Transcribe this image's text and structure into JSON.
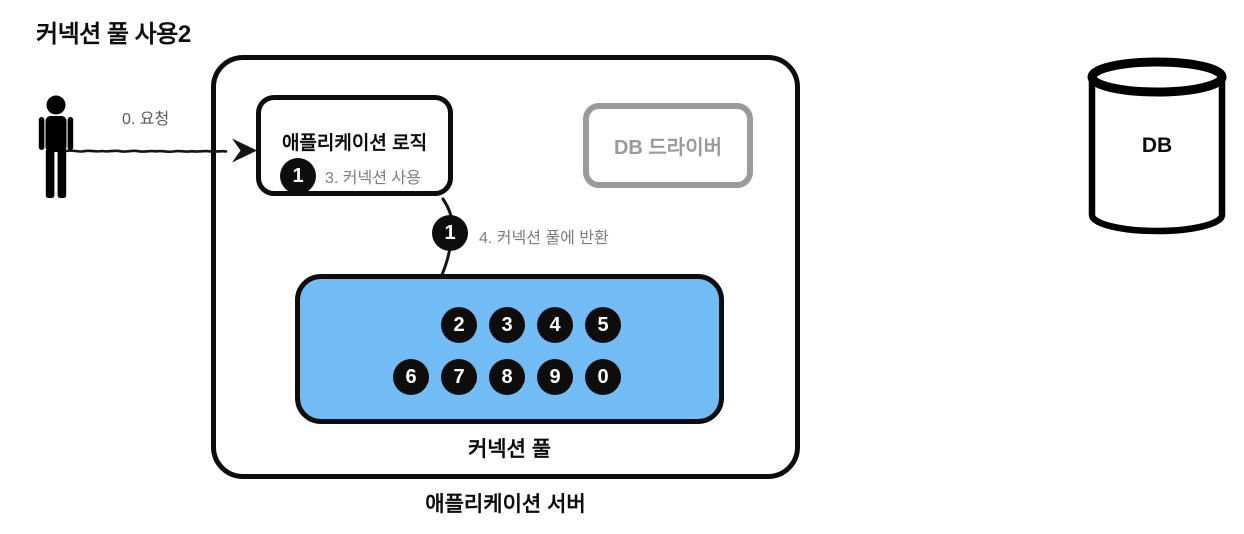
{
  "title": "커넥션 풀 사용2",
  "colors": {
    "ink": "#0d0d0d",
    "pool-fill": "#72bcf5",
    "muted": "#9a9a9a",
    "label-gray": "#7d7d7d",
    "request-gray": "#595959"
  },
  "flows": {
    "request": {
      "label": "0. 요청"
    },
    "use": {
      "badge": "1",
      "label": "3. 커넥션 사용"
    },
    "return": {
      "badge": "1",
      "label": "4. 커넥션 풀에 반환"
    }
  },
  "server": {
    "label": "애플리케이션 서버",
    "logic": {
      "title": "애플리케이션 로직"
    },
    "driver": {
      "label": "DB 드라이버"
    },
    "pool": {
      "label": "커넥션 풀",
      "rows": [
        [
          "2",
          "3",
          "4",
          "5"
        ],
        [
          "6",
          "7",
          "8",
          "9",
          "0"
        ]
      ]
    }
  },
  "database": {
    "label": "DB"
  }
}
